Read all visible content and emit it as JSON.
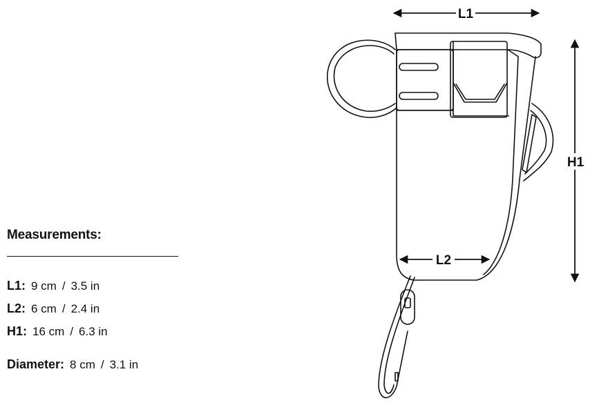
{
  "diagram": {
    "dimension_labels": {
      "l1": "L1",
      "l2": "L2",
      "h1": "H1"
    }
  },
  "measurements": {
    "title": "Measurements:",
    "rows": [
      {
        "key": "L1:",
        "metric": "9 cm",
        "sep": "/",
        "imperial": "3.5 in"
      },
      {
        "key": "L2:",
        "metric": "6 cm",
        "sep": "/",
        "imperial": "2.4 in"
      },
      {
        "key": "H1:",
        "metric": "16 cm",
        "sep": "/",
        "imperial": "6.3 in"
      }
    ],
    "diameter": {
      "key": "Diameter:",
      "metric": "8 cm",
      "sep": "/",
      "imperial": "3.1 in"
    }
  }
}
